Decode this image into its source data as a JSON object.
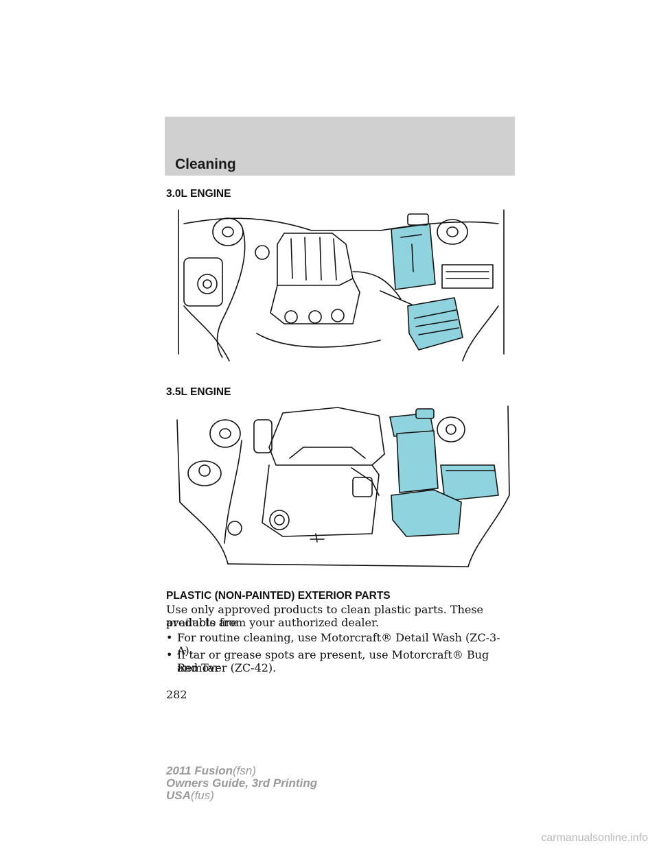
{
  "header": {
    "title": "Cleaning"
  },
  "section_30": {
    "heading": "3.0L ENGINE",
    "icon": "engine-3-0l-diagram"
  },
  "section_35": {
    "heading": "3.5L ENGINE",
    "icon": "engine-3-5l-diagram"
  },
  "plastic": {
    "heading": "PLASTIC (NON-PAINTED) EXTERIOR PARTS",
    "intro_line1": "Use only approved products to clean plastic parts. These products are",
    "intro_line2": "available from your authorized dealer.",
    "bullet_symbol": "•",
    "bullets": [
      {
        "line1": "For routine cleaning, use Motorcraft® Detail Wash (ZC-3-A).",
        "line2": ""
      },
      {
        "line1": "If tar or grease spots are present, use Motorcraft® Bug and Tar",
        "line2": "Remover (ZC-42)."
      }
    ]
  },
  "page_number": "282",
  "footer": {
    "line1_bold": "2011 Fusion",
    "line1_rest": "(fsn)",
    "line2": "Owners Guide, 3rd Printing",
    "line3_bold": "USA",
    "line3_rest": "(fus)"
  },
  "watermark": "carmanualsonline.info",
  "colors": {
    "highlight": "#8fd3df",
    "band": "#d0d0d0"
  }
}
